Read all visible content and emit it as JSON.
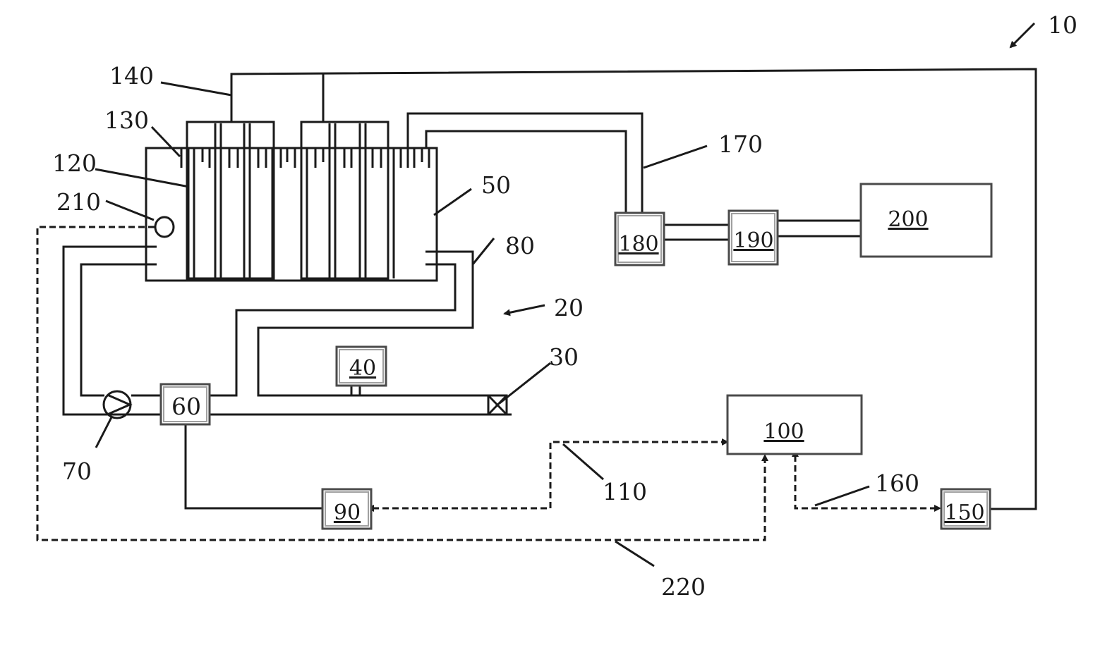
{
  "components": {
    "system_label": "10",
    "subsystem_label": "20",
    "valve_label": "30",
    "unit_40": "40",
    "tank_label": "50",
    "unit_60": "60",
    "pump_label": "70",
    "line_80": "80",
    "unit_90": "90",
    "unit_100": "100",
    "line_110": "110",
    "plates_120": "120",
    "electrodes_130": "130",
    "busbar_140": "140",
    "unit_150": "150",
    "line_160": "160",
    "line_170": "170",
    "unit_180": "180",
    "unit_190": "190",
    "unit_200": "200",
    "sensor_210": "210",
    "line_220": "220"
  }
}
